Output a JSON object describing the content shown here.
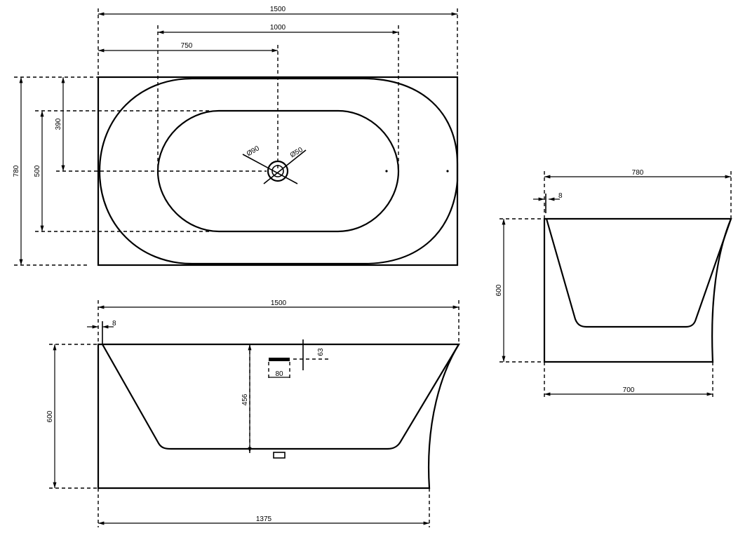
{
  "top_view": {
    "width": "1500",
    "inner_length": "1000",
    "drain_offset": "750",
    "depth": "780",
    "inner_width": "500",
    "drain_from_edge": "390",
    "drain_diameter": "Ø90",
    "overflow_diameter": "Ø50"
  },
  "front_view": {
    "width": "1500",
    "rim_thickness": "8",
    "overflow_height": "63",
    "overflow_width": "80",
    "inner_depth": "456",
    "height": "600",
    "base_length": "1375"
  },
  "side_view": {
    "width": "780",
    "rim_thickness": "8",
    "height": "600",
    "base_width": "700"
  }
}
